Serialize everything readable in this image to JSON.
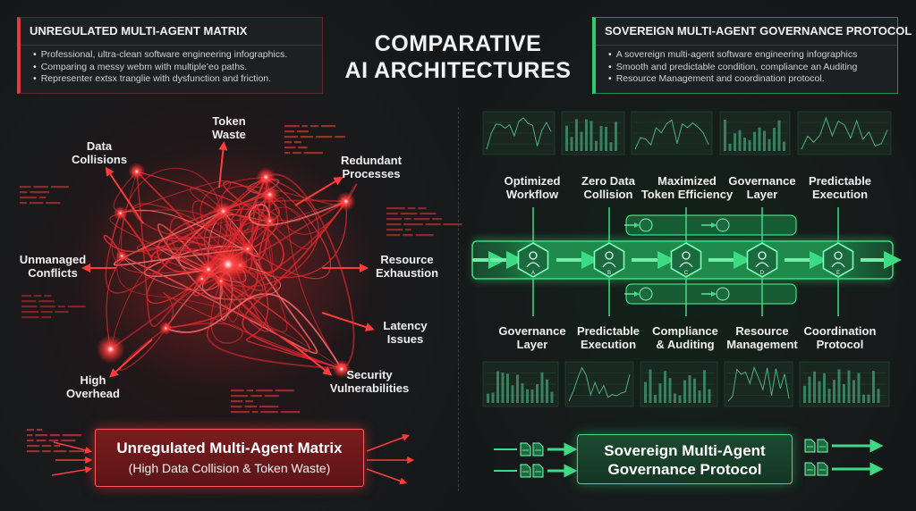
{
  "title": {
    "line1": "COMPARATIVE",
    "line2": "AI ARCHITECTURES"
  },
  "left_panel": {
    "heading": "UNREGULATED MULTI-AGENT MATRIX",
    "items": [
      "Professional, ultra-clean software engineering infographics.",
      "Comparing a messy webm with multiple’eo paths.",
      "Representer extsx tranglie with dysfunction and friction."
    ],
    "accent": "#e8383d"
  },
  "right_panel": {
    "heading": "SOVEREIGN MULTI-AGENT GOVERNANCE PROTOCOL",
    "items": [
      "A sovereign multi-agent software engineering infographics",
      "Smooth and predictable condition, compliance an Auditing",
      "Resource Management and coordination protocol."
    ],
    "accent": "#2ecc71"
  },
  "problems": [
    {
      "line1": "Token",
      "line2": "Waste"
    },
    {
      "line1": "Data",
      "line2": "Collisions"
    },
    {
      "line1": "Redundant",
      "line2": "Processes"
    },
    {
      "line1": "Unmanaged",
      "line2": "Conflicts"
    },
    {
      "line1": "Resource",
      "line2": "Exhaustion"
    },
    {
      "line1": "Latency",
      "line2": "Issues"
    },
    {
      "line1": "High",
      "line2": "Overhead"
    },
    {
      "line1": "Security",
      "line2": "Vulnerabilities"
    }
  ],
  "benefits_top": [
    {
      "line1": "Optimized",
      "line2": "Workflow"
    },
    {
      "line1": "Zero Data",
      "line2": "Collision"
    },
    {
      "line1": "Maximized",
      "line2": "Token Efficiency"
    },
    {
      "line1": "Governance",
      "line2": "Layer"
    },
    {
      "line1": "Predictable",
      "line2": "Execution"
    }
  ],
  "benefits_bottom": [
    {
      "line1": "Governance",
      "line2": "Layer"
    },
    {
      "line1": "Predictable",
      "line2": "Execution"
    },
    {
      "line1": "Compliance",
      "line2": "& Auditing"
    },
    {
      "line1": "Resource",
      "line2": "Management"
    },
    {
      "line1": "Coordination",
      "line2": "Protocol"
    }
  ],
  "nodes": [
    "A",
    "B",
    "C",
    "D",
    "E"
  ],
  "left_banner": {
    "line1": "Unregulated Multi-Agent Matrix",
    "line2": "(High Data Collision & Token Waste)"
  },
  "right_banner": {
    "line1": "Sovereign Multi-Agent",
    "line2": "Governance Protocol"
  },
  "icons": {
    "node_icon": "agent-person-icon",
    "document_icon": "document-icon",
    "dashboard_icon": "mini-dashboard-icon"
  }
}
